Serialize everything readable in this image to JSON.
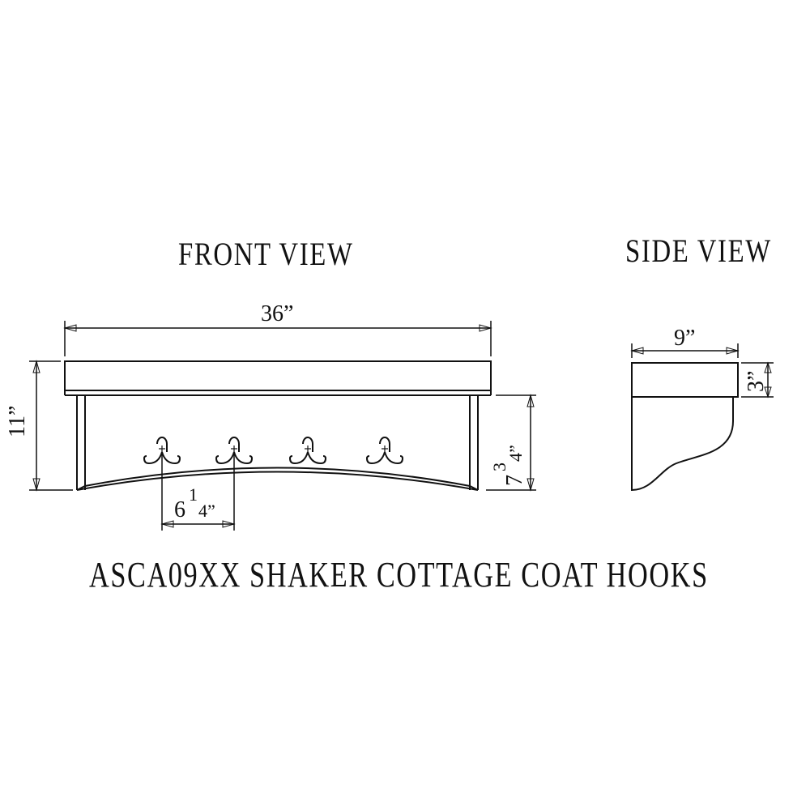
{
  "views": {
    "front_title": "FRONT VIEW",
    "side_title": "SIDE VIEW"
  },
  "dimensions": {
    "width": "36”",
    "height": "11”",
    "hook_spacing_whole": "6",
    "hook_spacing_num": "1",
    "hook_spacing_den": "4”",
    "lower_height_whole": "7",
    "lower_height_num": "3",
    "lower_height_den": "4”",
    "depth": "9”",
    "shelf_thickness": "3”"
  },
  "product_title": "ASCA09XX SHAKER COTTAGE COAT HOOKS",
  "hooks": {
    "count": 4,
    "icon": "double-coat-hook-icon"
  },
  "colors": {
    "line": "#111111",
    "background": "#ffffff"
  }
}
